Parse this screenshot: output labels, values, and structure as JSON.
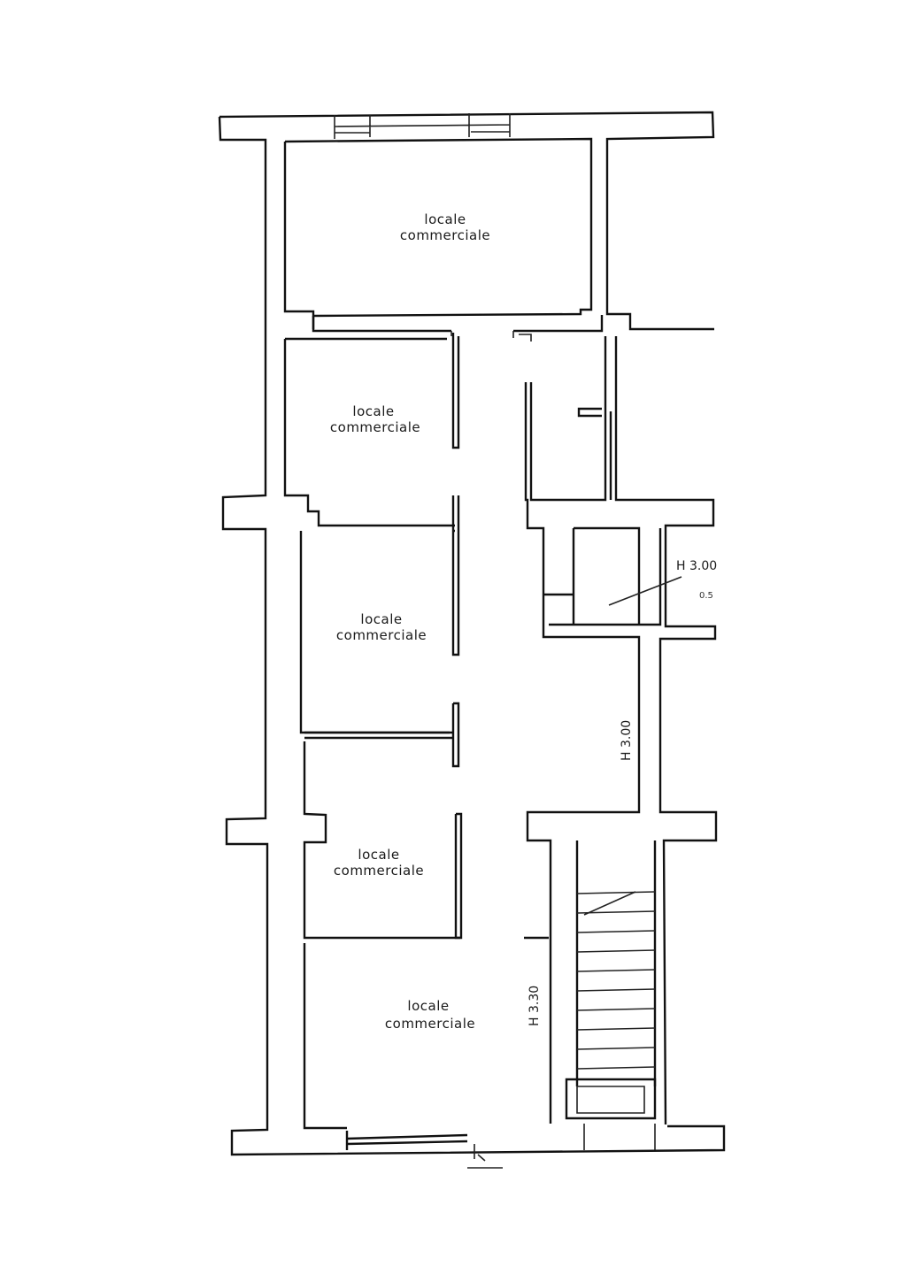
{
  "rooms": [
    {
      "line1": "locale",
      "line2": "commerciale"
    },
    {
      "line1": "locale",
      "line2": "commerciale"
    },
    {
      "line1": "locale",
      "line2": "commerciale"
    },
    {
      "line1": "locale",
      "line2": "commerciale"
    },
    {
      "line1": "locale",
      "line2": "commerciale"
    }
  ],
  "heights": {
    "upper_right": "H 3.00",
    "upper_right_sub": "0.5",
    "corridor": "H 3.00",
    "lower": "H 3.30"
  }
}
